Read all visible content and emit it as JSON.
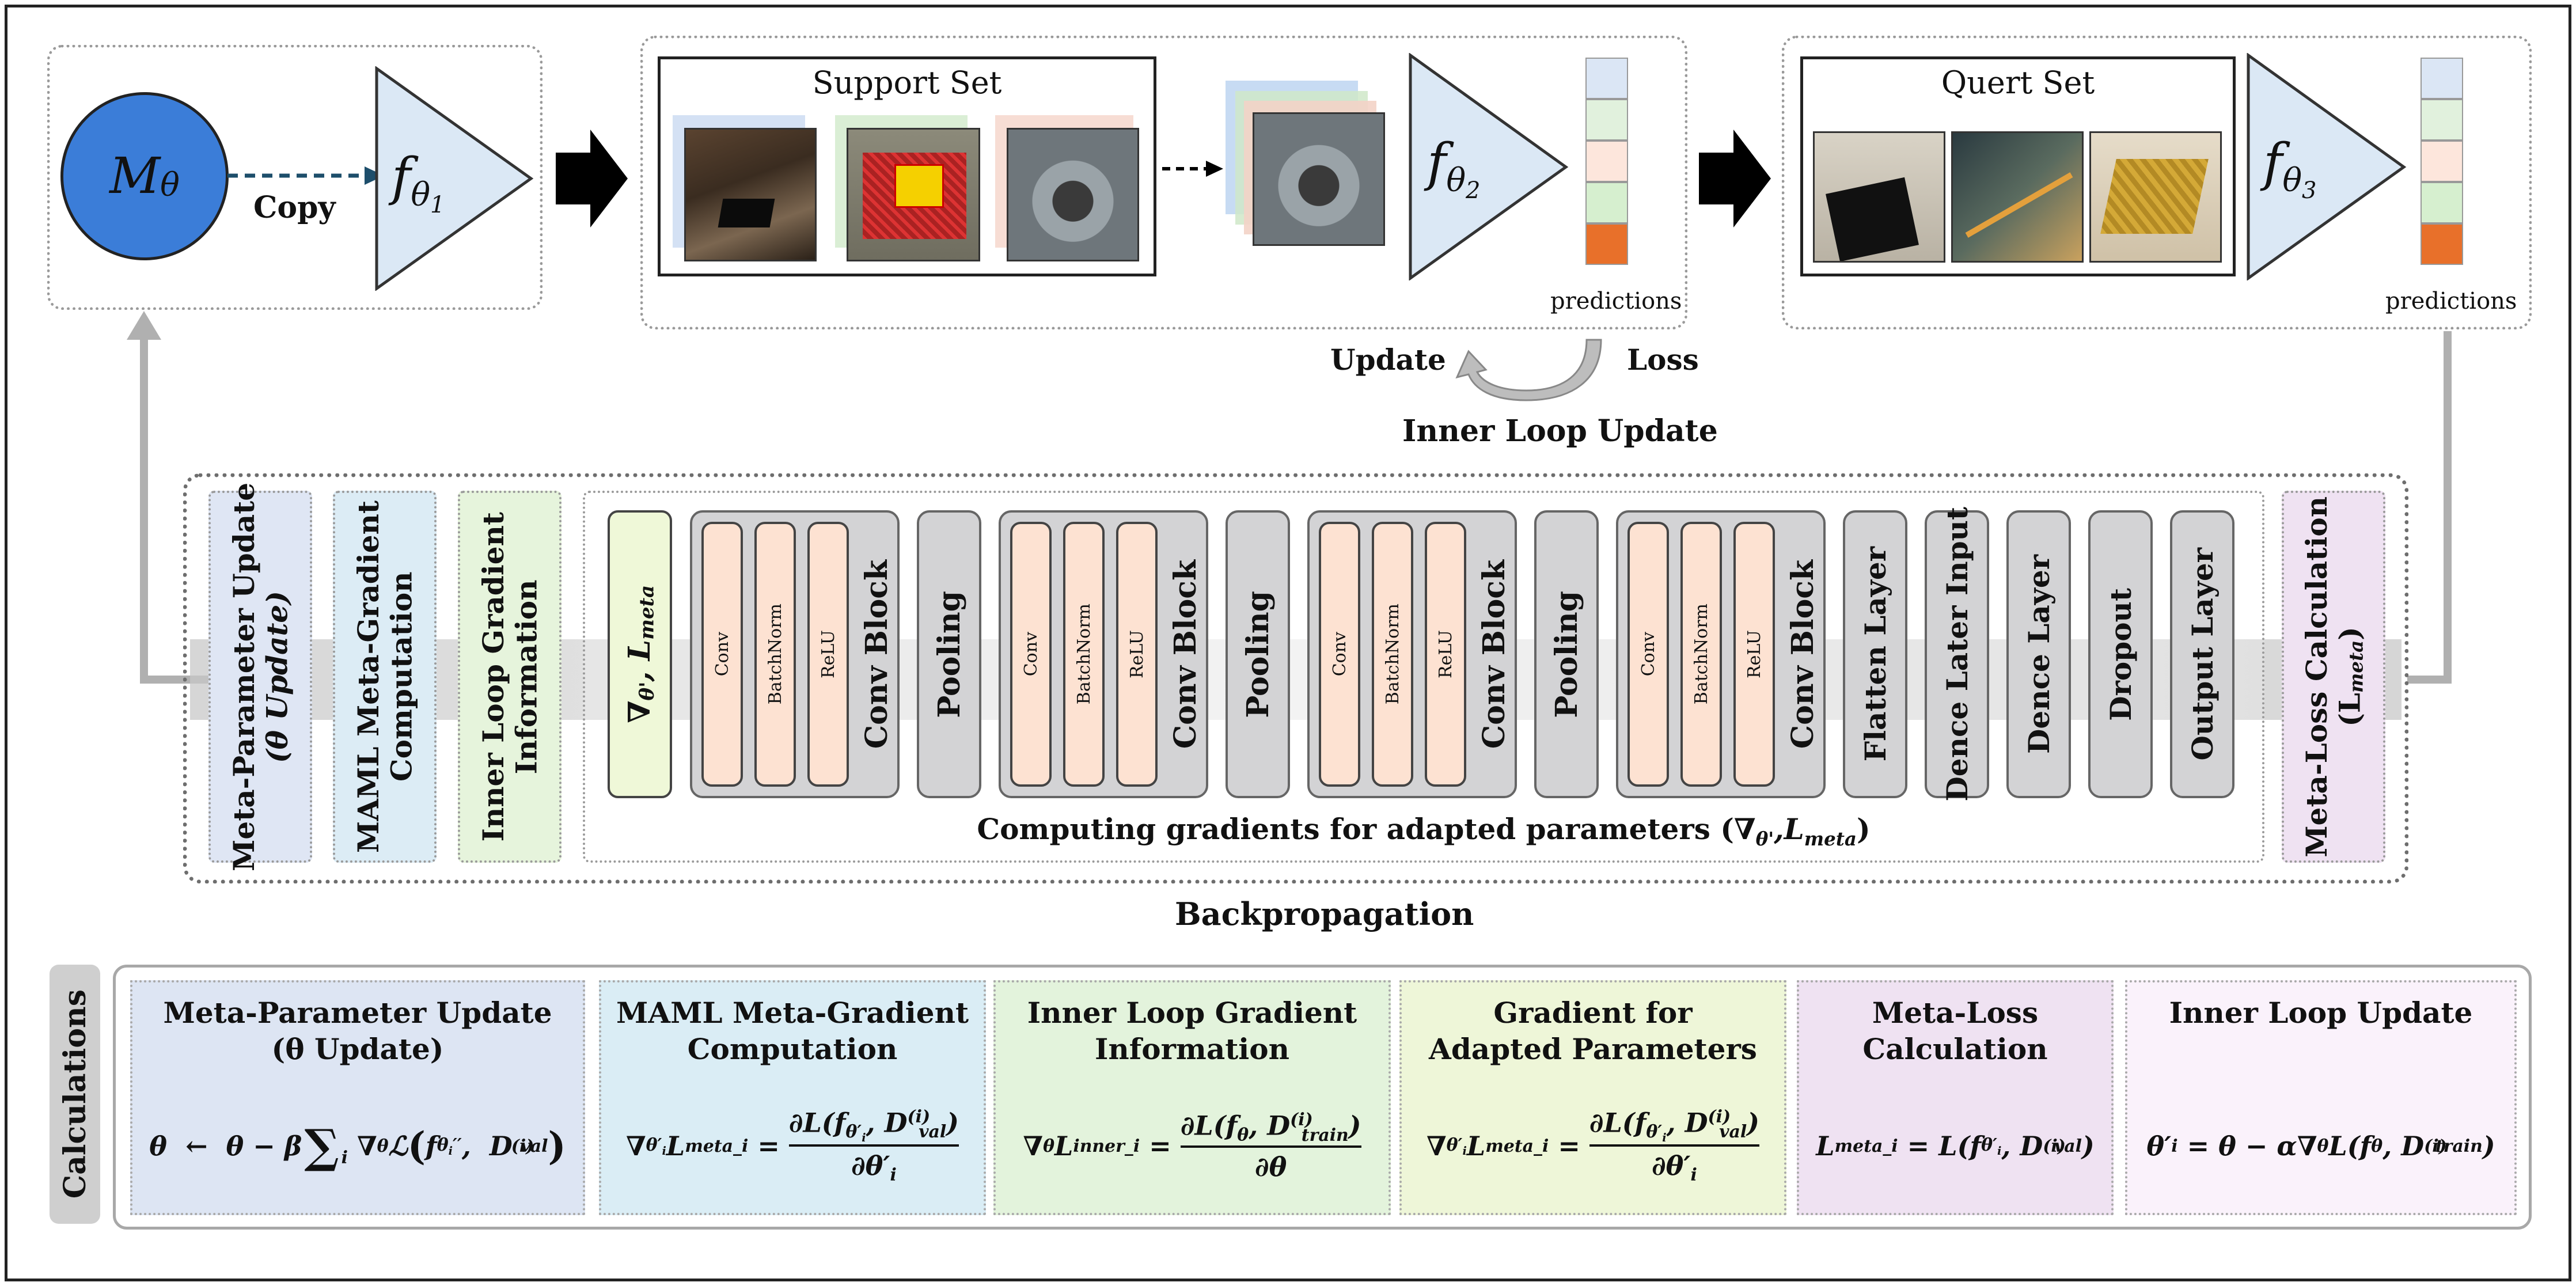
{
  "top": {
    "model_label": "M",
    "model_sub": "θ",
    "copy_label": "Copy",
    "f1": {
      "base": "f",
      "sub": "θ",
      "subsub": "1"
    },
    "f2": {
      "base": "f",
      "sub": "θ",
      "subsub": "2"
    },
    "f3": {
      "base": "f",
      "sub": "θ",
      "subsub": "3"
    },
    "support_set_title": "Support Set",
    "query_set_title": "Quert Set",
    "predictions_label_1": "predictions",
    "predictions_label_2": "predictions",
    "update_label": "Update",
    "loss_label": "Loss",
    "inner_loop_update_label": "Inner Loop Update",
    "prediction_colors": [
      "#dbe6f5",
      "#e1f1dd",
      "#fde6dc",
      "#d6efcf",
      "#e8702a"
    ]
  },
  "middle": {
    "side_boxes": [
      {
        "line1": "Meta-Parameter Update",
        "line2": "(θ Update)",
        "color": "#dfe6f4"
      },
      {
        "line1": "MAML Meta-Gradient",
        "line2": "Computation",
        "color": "#dcecf5"
      },
      {
        "line1": "Inner Loop Gradient",
        "line2": "Information",
        "color": "#e6f4dc"
      }
    ],
    "grad_box": {
      "nabla": "∇",
      "sub": "θ'",
      "L": "L",
      "Lsub": "meta"
    },
    "conv_blocks": [
      {
        "layers": [
          "Conv",
          "BatchNorm",
          "ReLU"
        ],
        "label": "Conv Block"
      },
      {
        "layers": [
          "Conv",
          "BatchNorm",
          "ReLU"
        ],
        "label": "Conv Block"
      },
      {
        "layers": [
          "Conv",
          "BatchNorm",
          "ReLU"
        ],
        "label": "Conv Block"
      },
      {
        "layers": [
          "Conv",
          "BatchNorm",
          "ReLU"
        ],
        "label": "Conv Block"
      }
    ],
    "pooling_label": "Pooling",
    "tail_layers": [
      "Flatten Layer",
      "Dence Later Input",
      "Dence Layer",
      "Dropout",
      "Output Layer"
    ],
    "meta_loss": {
      "line1": "Meta-Loss Calculation",
      "line2": "(L",
      "line2sub": "meta",
      "line2end": ")"
    },
    "computing_caption": "Computing gradients for adapted parameters (∇",
    "computing_caption_sub": "θ'",
    "computing_caption_L": "L",
    "computing_caption_Lsub": "meta",
    "computing_caption_end": ")",
    "backprop_label": "Backpropagation"
  },
  "calculations": {
    "side_label": "Calculations",
    "boxes": [
      {
        "title_line1": "Meta-Parameter Update",
        "title_line2": "(θ Update)",
        "color": "#dde5f3"
      },
      {
        "title_line1": "MAML Meta-Gradient",
        "title_line2": "Computation",
        "color": "#daedf5"
      },
      {
        "title_line1": "Inner Loop Gradient",
        "title_line2": "Information",
        "color": "#e3f3dc"
      },
      {
        "title_line1": "Gradient for",
        "title_line2": "Adapted Parameters",
        "color": "#eef6d8"
      },
      {
        "title_line1": "Meta-Loss",
        "title_line2": "Calculation",
        "color": "#efe2f2"
      },
      {
        "title_line1": "Inner Loop Update",
        "title_line2": "",
        "color": "#faf2fb"
      }
    ]
  }
}
